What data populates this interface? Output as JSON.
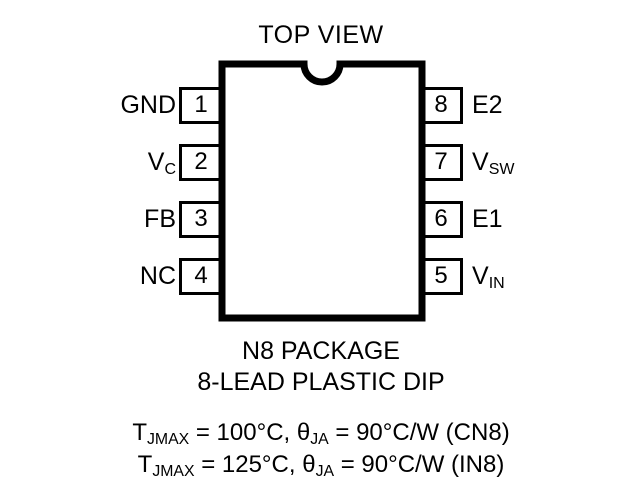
{
  "figure": {
    "view_title": "TOP VIEW",
    "package_name": "N8 PACKAGE",
    "package_type": "8-LEAD PLASTIC DIP"
  },
  "pins": {
    "left": [
      {
        "number": "1",
        "label": "GND",
        "sub": ""
      },
      {
        "number": "2",
        "label": "V",
        "sub": "C"
      },
      {
        "number": "3",
        "label": "FB",
        "sub": ""
      },
      {
        "number": "4",
        "label": "NC",
        "sub": ""
      }
    ],
    "right": [
      {
        "number": "8",
        "label": "E2",
        "sub": ""
      },
      {
        "number": "7",
        "label": "V",
        "sub": "SW"
      },
      {
        "number": "6",
        "label": "E1",
        "sub": ""
      },
      {
        "number": "5",
        "label": "V",
        "sub": "IN"
      }
    ]
  },
  "thermal": {
    "line1": {
      "t_symbol": "T",
      "t_sub": "JMAX",
      "t_value": " = 100°C, ",
      "theta_symbol": "θ",
      "theta_sub": "JA",
      "theta_value": " = 90°C/W (CN8)"
    },
    "line2": {
      "t_symbol": "T",
      "t_sub": "JMAX",
      "t_value": " = 125°C, ",
      "theta_symbol": "θ",
      "theta_sub": "JA",
      "theta_value": " = 90°C/W (IN8)"
    }
  },
  "style": {
    "ink": "#000000",
    "paper": "#ffffff"
  }
}
